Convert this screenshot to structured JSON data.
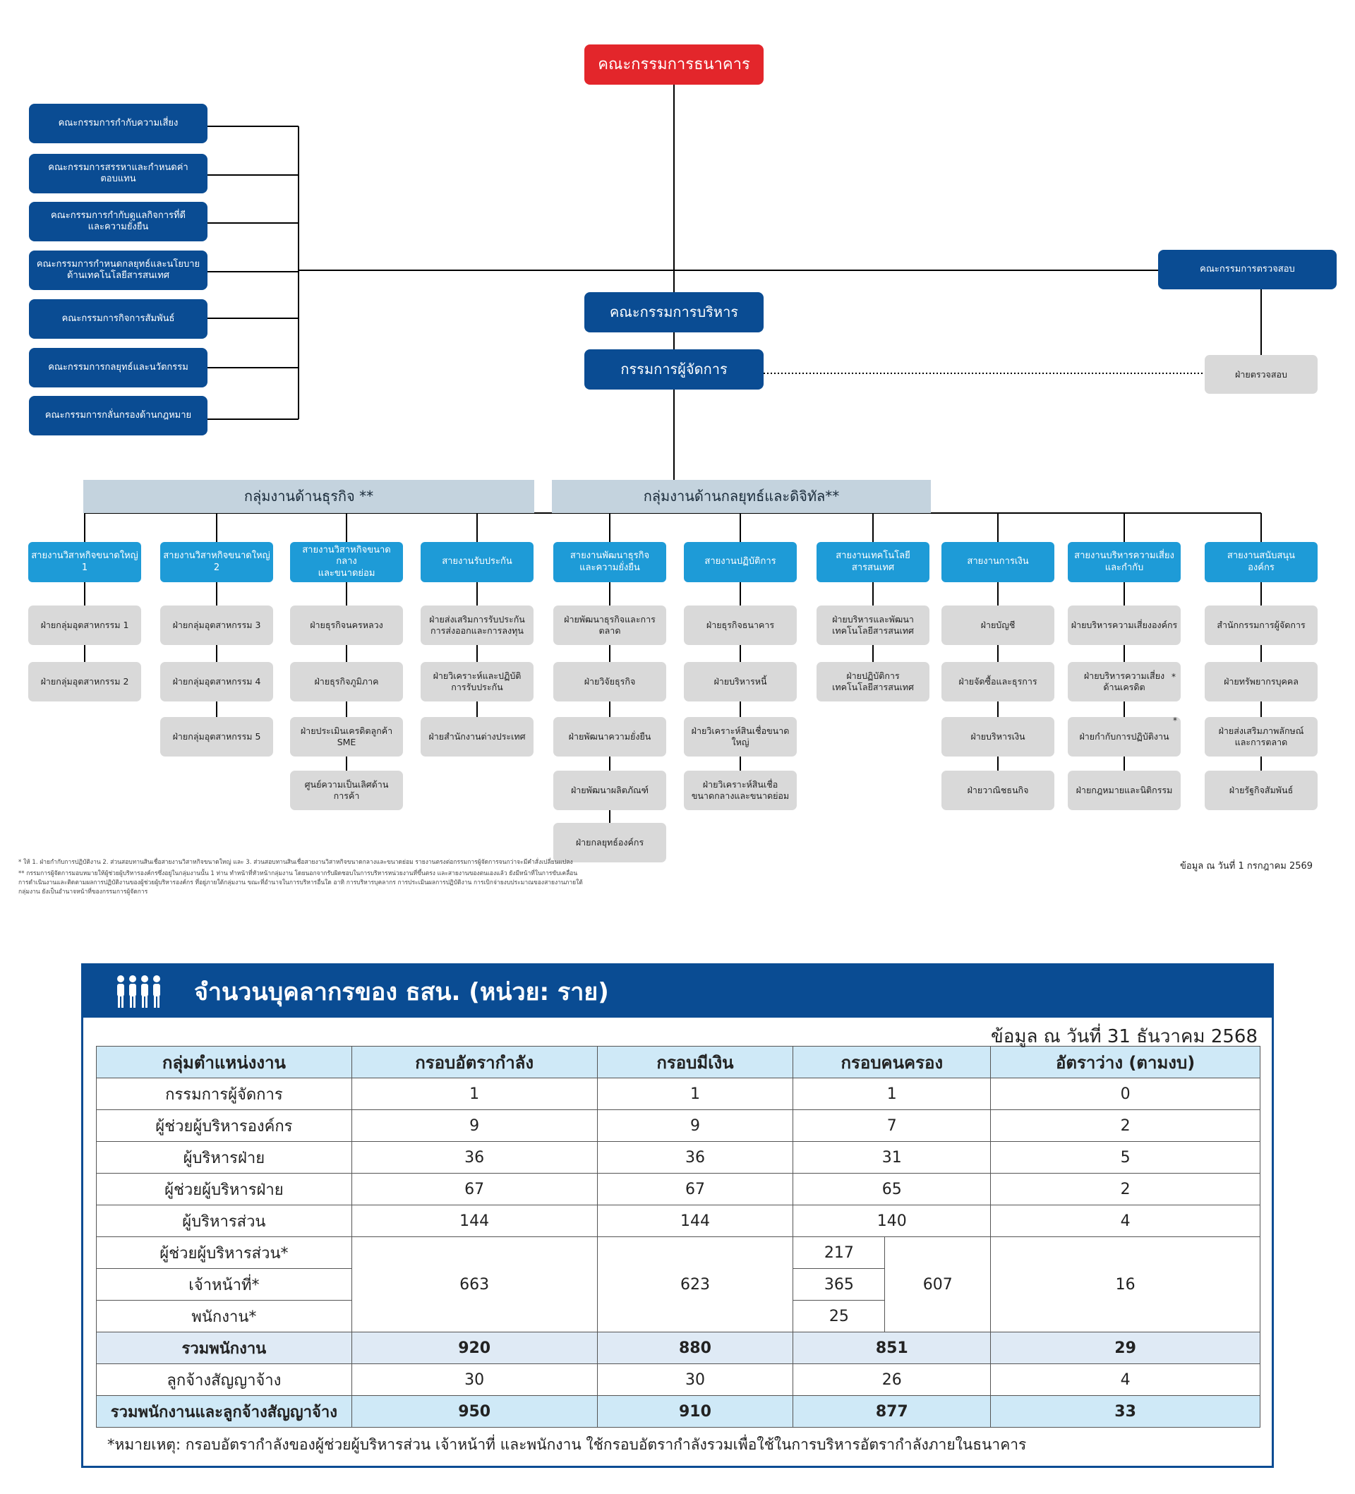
{
  "org": {
    "board": "คณะกรรมการธนาคาร",
    "committees": [
      "คณะกรรมการกำกับความเสี่ยง",
      "คณะกรรมการสรรหาและกำหนดค่าตอบแทน",
      "คณะกรรมการกำกับดูแลกิจการที่ดี\nและความยั่งยืน",
      "คณะกรรมการกำหนดกลยุทธ์และนโยบาย\nด้านเทคโนโลยีสารสนเทศ",
      "คณะกรรมการกิจการสัมพันธ์",
      "คณะกรรมการกลยุทธ์และนวัตกรรม",
      "คณะกรรมการกลั่นกรองด้านกฎหมาย"
    ],
    "audit_committee": "คณะกรรมการตรวจสอบ",
    "audit_dept": "ฝ่ายตรวจสอบ",
    "exec_committee": "คณะกรรมการบริหาร",
    "president": "กรรมการผู้จัดการ",
    "groups": [
      "กลุ่มงานด้านธุรกิจ **",
      "กลุ่มงานด้านกลยุทธ์และดิจิทัล**"
    ],
    "lines": [
      {
        "title": "สายงานวิสาหกิจขนาดใหญ่ 1",
        "depts": [
          "ฝ่ายกลุ่มอุตสาหกรรม 1",
          "ฝ่ายกลุ่มอุตสาหกรรม 2"
        ]
      },
      {
        "title": "สายงานวิสาหกิจขนาดใหญ่ 2",
        "depts": [
          "ฝ่ายกลุ่มอุตสาหกรรม 3",
          "ฝ่ายกลุ่มอุตสาหกรรม 4",
          "ฝ่ายกลุ่มอุตสาหกรรม 5"
        ]
      },
      {
        "title": "สายงานวิสาหกิจขนาดกลาง\nและขนาดย่อม",
        "depts": [
          "ฝ่ายธุรกิจนครหลวง",
          "ฝ่ายธุรกิจภูมิภาค",
          "ฝ่ายประเมินเครดิตลูกค้า\nSME",
          "ศูนย์ความเป็นเลิศด้าน\nการค้า"
        ]
      },
      {
        "title": "สายงานรับประกัน",
        "depts": [
          "ฝ่ายส่งเสริมการรับประกัน\nการส่งออกและการลงทุน",
          "ฝ่ายวิเคราะห์และปฏิบัติ\nการรับประกัน",
          "ฝ่ายสำนักงานต่างประเทศ"
        ]
      },
      {
        "title": "สายงานพัฒนาธุรกิจ\nและความยั่งยืน",
        "depts": [
          "ฝ่ายพัฒนาธุรกิจและการตลาด",
          "ฝ่ายวิจัยธุรกิจ",
          "ฝ่ายพัฒนาความยั่งยืน",
          "ฝ่ายพัฒนาผลิตภัณฑ์",
          "ฝ่ายกลยุทธ์องค์กร"
        ]
      },
      {
        "title": "สายงานปฏิบัติการ",
        "depts": [
          "ฝ่ายธุรกิจธนาคาร",
          "ฝ่ายบริหารหนี้",
          "ฝ่ายวิเคราะห์สินเชื่อขนาดใหญ่",
          "ฝ่ายวิเคราะห์สินเชื่อ\nขนาดกลางและขนาดย่อม"
        ]
      },
      {
        "title": "สายงานเทคโนโลยีสารสนเทศ",
        "depts": [
          "ฝ่ายบริหารและพัฒนา\nเทคโนโลยีสารสนเทศ",
          "ฝ่ายปฏิบัติการ\nเทคโนโลยีสารสนเทศ"
        ]
      },
      {
        "title": "สายงานการเงิน",
        "depts": [
          "ฝ่ายบัญชี",
          "ฝ่ายจัดซื้อและธุรการ",
          "ฝ่ายบริหารเงิน",
          "ฝ่ายวาณิชธนกิจ"
        ]
      },
      {
        "title": "สายงานบริหารความเสี่ยง\nและกำกับ",
        "depts": [
          "ฝ่ายบริหารความเสี่ยงองค์กร",
          "ฝ่ายบริหารความเสี่ยง\nด้านเครดิต",
          "ฝ่ายกำกับการปฏิบัติงาน",
          "ฝ่ายกฎหมายและนิติกรรม"
        ]
      },
      {
        "title": "สายงานสนับสนุน\nองค์กร",
        "depts": [
          "สำนักกรรมการผู้จัดการ",
          "ฝ่ายทรัพยากรบุคคล",
          "ฝ่ายส่งเสริมภาพลักษณ์\nและการตลาด",
          "ฝ่ายรัฐกิจสัมพันธ์"
        ]
      }
    ],
    "footnotes": [
      "*   ให้ 1. ฝ่ายกำกับการปฏิบัติงาน 2. ส่วนสอบทานสินเชื่อสายงานวิสาหกิจขนาดใหญ่ และ 3. ส่วนสอบทานสินเชื่อสายงานวิสาหกิจขนาดกลางและขนาดย่อม รายงานตรงต่อกรรมการผู้จัดการจนกว่าจะมีคำสั่งเปลี่ยนแปลง",
      "**  กรรมการผู้จัดการมอบหมายให้ผู้ช่วยผู้บริหารองค์กรซึ่งอยู่ในกลุ่มงานนั้น 1 ท่าน ทำหน้าที่หัวหน้ากลุ่มงาน โดยนอกจากรับผิดชอบในการบริหารหน่วยงานที่ขึ้นตรง และสายงานของตนเองแล้ว ยังมีหน้าที่ในการขับเคลื่อนการดำเนินงานและติดตามผลการปฏิบัติงานของผู้ช่วยผู้บริหารองค์กร ที่อยู่ภายใต้กลุ่มงาน ขณะที่อำนาจในการบริหารอื่นใด อาทิ การบริหารบุคลากร การประเมินผลการปฏิบัติงาน การเบิกจ่ายงบประมาณของสายงานภายใต้กลุ่มงาน ยังเป็นอำนาจหน้าที่ของกรรมการผู้จัดการ"
    ],
    "as_of": "ข้อมูล ณ วันที่ 1 กรกฎาคม 2569",
    "star": "*"
  },
  "staff": {
    "title": "จำนวนบุคลากรของ ธสน. (หน่วย: ราย)",
    "as_of": "ข้อมูล ณ วันที่ 31 ธันวาคม 2568",
    "headers": [
      "กลุ่มตำแหน่งงาน",
      "กรอบอัตรากำลัง",
      "กรอบมีเงิน",
      "กรอบคนครอง",
      "อัตราว่าง (ตามงบ)"
    ],
    "rows": [
      {
        "label": "กรรมการผู้จัดการ",
        "a": "1",
        "b": "1",
        "c": "1",
        "d": "0"
      },
      {
        "label": "ผู้ช่วยผู้บริหารองค์กร",
        "a": "9",
        "b": "9",
        "c": "7",
        "d": "2"
      },
      {
        "label": "ผู้บริหารฝ่าย",
        "a": "36",
        "b": "36",
        "c": "31",
        "d": "5"
      },
      {
        "label": "ผู้ช่วยผู้บริหารฝ่าย",
        "a": "67",
        "b": "67",
        "c": "65",
        "d": "2"
      },
      {
        "label": "ผู้บริหารส่วน",
        "a": "144",
        "b": "144",
        "c": "140",
        "d": "4"
      }
    ],
    "merged": {
      "labels": [
        "ผู้ช่วยผู้บริหารส่วน*",
        "เจ้าหน้าที่*",
        "พนักงาน*"
      ],
      "c_parts": [
        "217",
        "365",
        "25"
      ],
      "a": "663",
      "b": "623",
      "c": "607",
      "d": "16"
    },
    "total": {
      "label": "รวมพนักงาน",
      "a": "920",
      "b": "880",
      "c": "851",
      "d": "29"
    },
    "contract": {
      "label": "ลูกจ้างสัญญาจ้าง",
      "a": "30",
      "b": "30",
      "c": "26",
      "d": "4"
    },
    "grand": {
      "label": "รวมพนักงานและลูกจ้างสัญญาจ้าง",
      "a": "950",
      "b": "910",
      "c": "877",
      "d": "33"
    },
    "note": "*หมายเหตุ: กรอบอัตรากำลังของผู้ช่วยผู้บริหารส่วน เจ้าหน้าที่ และพนักงาน ใช้กรอบอัตรากำลังรวมเพื่อใช้ในการบริหารอัตรากำลังภายในธนาคาร",
    "colors": {
      "header": "#0a4c93",
      "th": "#cfe9f7",
      "total": "#dfeaf5"
    }
  }
}
